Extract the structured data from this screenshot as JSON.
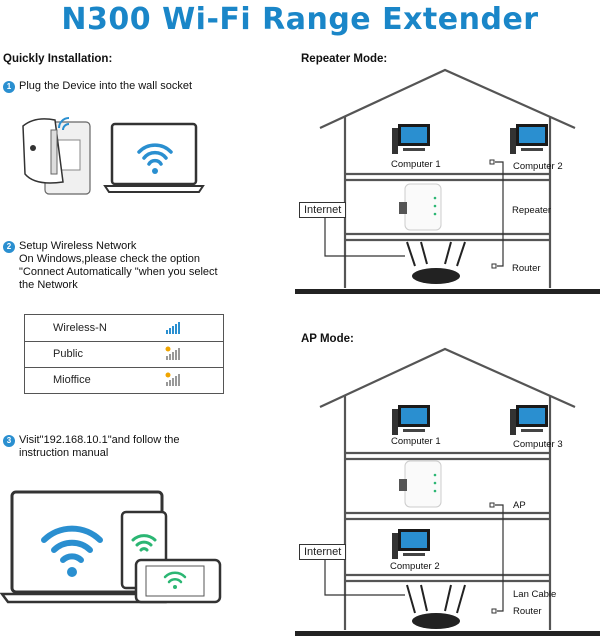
{
  "title": "N300 Wi-Fi Range Extender",
  "install": {
    "heading": "Quickly Installation:",
    "steps": [
      {
        "num": "1",
        "text": "Plug the Device into the wall socket"
      },
      {
        "num": "2",
        "lines": [
          "Setup Wireless Network",
          "On Windows,please check the option",
          "\"Connect Automatically \"when you select",
          "the Network"
        ]
      },
      {
        "num": "3",
        "lines": [
          "Visit\"192.168.10.1\"and follow the",
          "instruction manual"
        ]
      }
    ],
    "networks": [
      {
        "name": "Wireless-N",
        "signal_color": "#2a8fd0",
        "locked": false
      },
      {
        "name": "Public",
        "signal_color": "#999999",
        "locked": true
      },
      {
        "name": "Mioffice",
        "signal_color": "#999999",
        "locked": true
      }
    ]
  },
  "repeater": {
    "heading": "Repeater Mode:",
    "computer1": "Computer 1",
    "computer2": "Computer 2",
    "repeater": "Repeater",
    "router": "Router",
    "internet": "Internet"
  },
  "ap": {
    "heading": "AP Mode:",
    "computer1": "Computer 1",
    "computer3": "Computer 3",
    "ap": "AP",
    "computer2": "Computer 2",
    "lan": "Lan Cable",
    "router": "Router",
    "internet": "Internet"
  },
  "colors": {
    "accent": "#1a86c8",
    "wifi": "#2a8fd0",
    "wifi_green": "#2bb673"
  }
}
